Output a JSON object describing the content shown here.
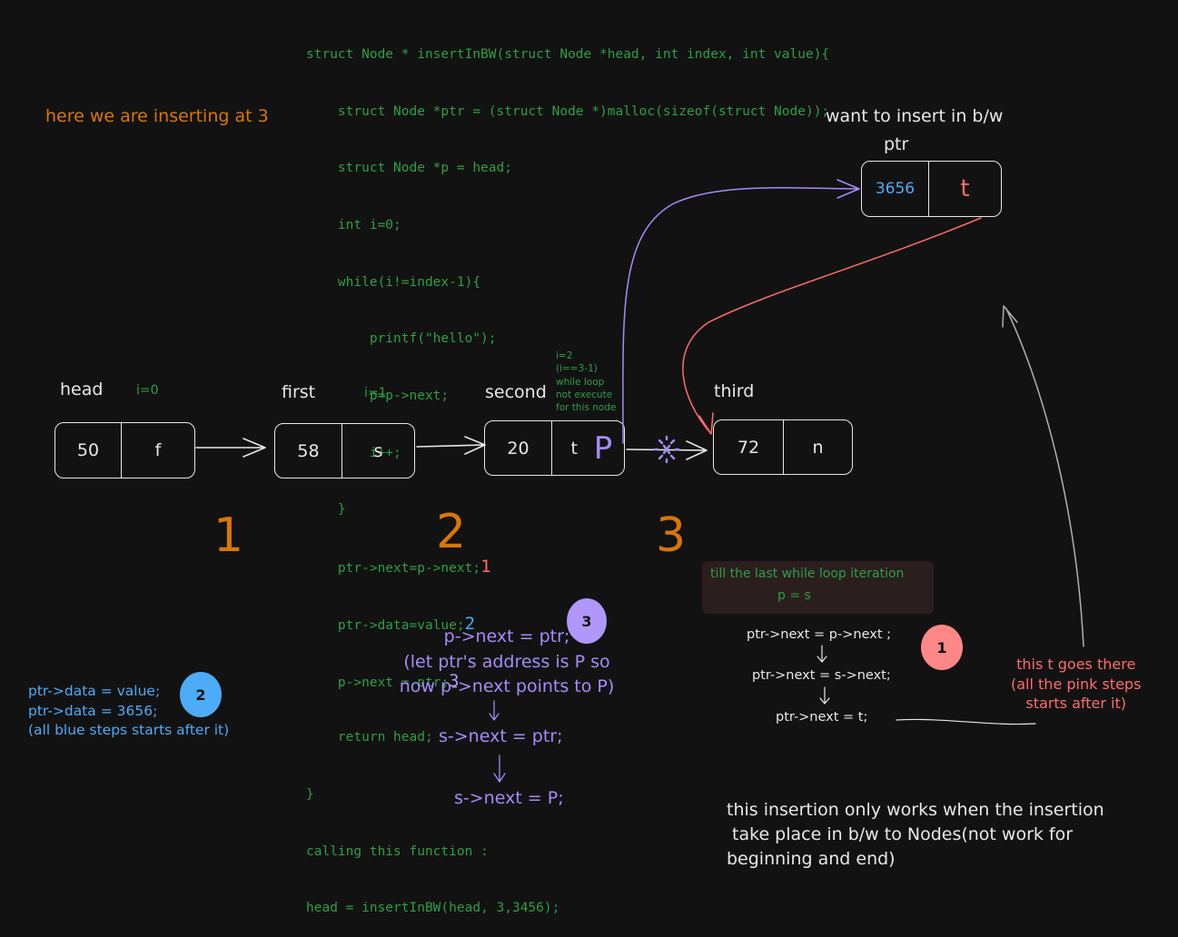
{
  "code": [
    "struct Node * insertInBW(struct Node *head, int index, int value){",
    "    struct Node *ptr = (struct Node *)malloc(sizeof(struct Node));",
    "    struct Node *p = head;",
    "    int i=0;",
    "    while(i!=index-1){",
    "        printf(\"hello\");",
    "        p=p->next;",
    "        i++;",
    "    }",
    "    ptr->next=p->next;",
    "    ptr->data=value;",
    "    p->next = ptr;",
    "    return head;",
    "}",
    "calling this function :",
    "head = insertInBW(head, 3,3456);"
  ],
  "code_step_marks": {
    "step1": "1",
    "step2": "2",
    "step3": "3"
  },
  "notes": {
    "inserting_at": "here we are inserting at 3",
    "want_insert": "want to insert in b/w",
    "ptr_label": "ptr",
    "loop_note": [
      "i=2",
      "(i==3-1)",
      "while loop",
      "not execute",
      "for this node"
    ],
    "till_last": "till the last while loop iteration",
    "p_equals_s": "p = s",
    "t_goes_there": [
      "this t goes there",
      "(all the pink steps",
      "starts after it)"
    ],
    "only_works": [
      "this insertion only works when the insertion",
      " take place in b/w to Nodes(not work for",
      "beginning and end)"
    ]
  },
  "nodes": [
    {
      "label": "head",
      "counter": "i=0",
      "data": "50",
      "next": "f"
    },
    {
      "label": "first",
      "counter": "i=1",
      "data": "58",
      "next": "s"
    },
    {
      "label": "second",
      "counter": "",
      "data": "20",
      "next": "t",
      "marker": "P"
    },
    {
      "label": "third",
      "counter": "",
      "data": "72",
      "next": "n"
    }
  ],
  "new_node": {
    "data": "3656",
    "next": "t"
  },
  "big_steps": [
    "1",
    "2",
    "3"
  ],
  "blue_steps": {
    "badge": "2",
    "lines": [
      "ptr->data = value;",
      "ptr->data = 3656;",
      "(all blue steps starts after it)"
    ]
  },
  "violet_steps": {
    "badge": "3",
    "lines": [
      "p->next = ptr;",
      "(let ptr's address is P so",
      "now p->next points to P)"
    ],
    "step2": "s->next = ptr;",
    "step3": "s->next = P;"
  },
  "white_steps": {
    "badge": "1",
    "lines": [
      "ptr->next = p->next ;",
      "ptr->next = s->next;",
      "ptr->next = t;"
    ]
  },
  "colors": {
    "background": "#121212",
    "code_green": "#2f9e44",
    "orange": "#d97706",
    "blue": "#4dabf7",
    "violet": "#a78bfa",
    "pink": "#ff6b6b",
    "white": "#e8e8e8"
  }
}
